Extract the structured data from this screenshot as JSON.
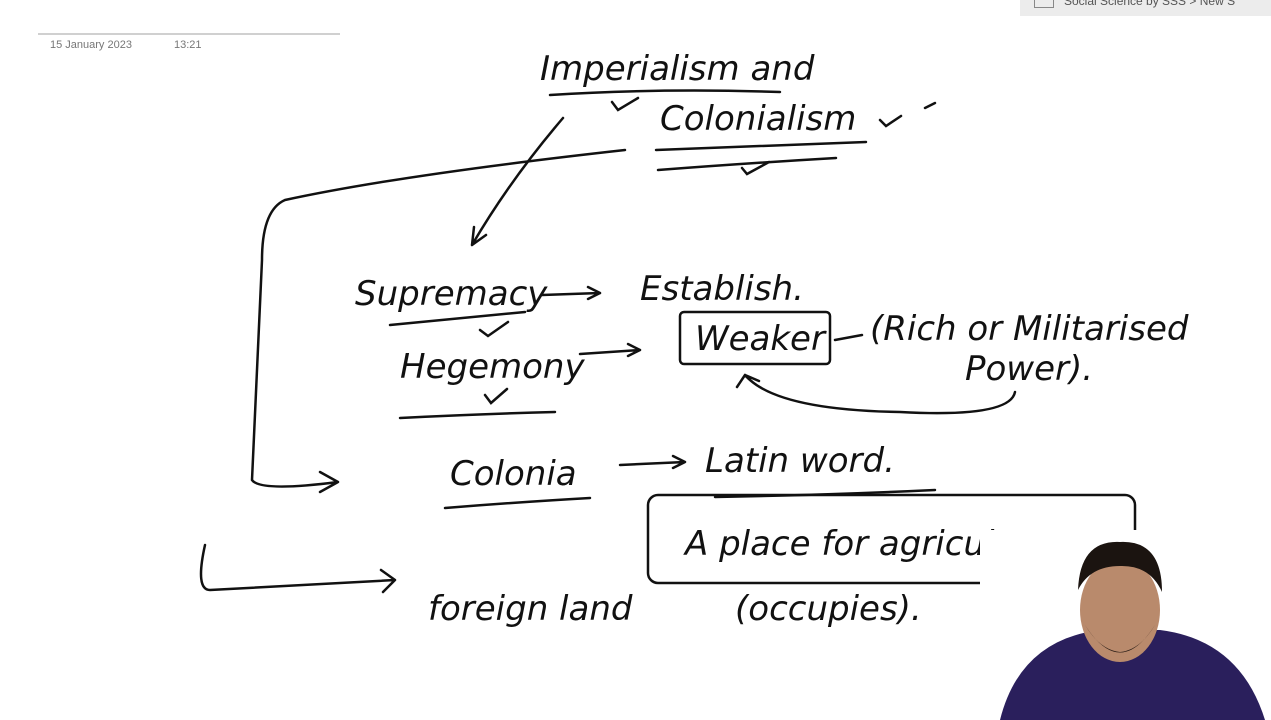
{
  "page": {
    "date": "15 January 2023",
    "time": "13:21"
  },
  "tab": {
    "label": "Social Science by SSS > New S"
  },
  "notes": {
    "title_line1": "Imperialism and",
    "title_line2": "Colonialism",
    "supremacy": "Supremacy",
    "establish": "Establish.",
    "weaker": "Weaker",
    "rich_or": "(Rich or Militarised",
    "power": "Power).",
    "hegemony": "Hegemony",
    "colonia": "Colonia",
    "latin_word": "Latin word.",
    "place_for_agri": "A place for agriculture",
    "foreign_land": "foreign land",
    "occupies": "(occupies)."
  },
  "colors": {
    "ink": "#111111",
    "shirt": "#2a1f5c"
  }
}
